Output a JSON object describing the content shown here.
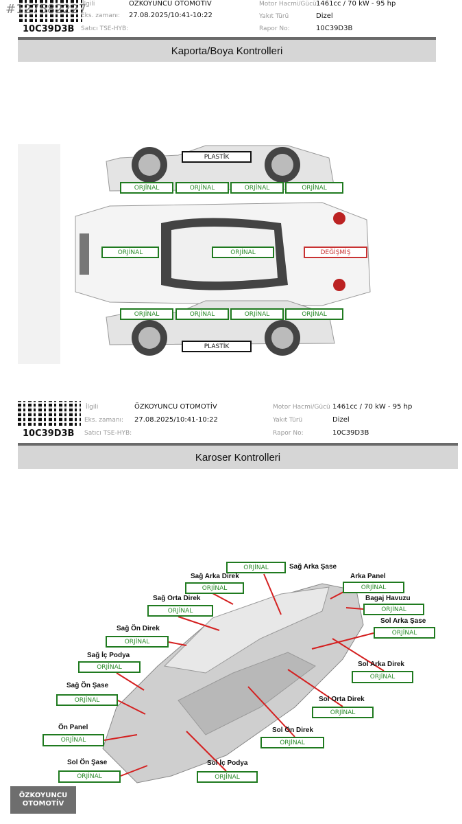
{
  "overlay_tag": "#127582227",
  "header": {
    "code": "10C39D3B",
    "fields_left": [
      {
        "label": "İlgili",
        "value": "ÖZKOYUNCU OTOMOTİV"
      },
      {
        "label": "Eks. zamanı:",
        "value": "27.08.2025/10:41-10:22"
      },
      {
        "label": "Satıcı TSE-HYB:",
        "value": ""
      }
    ],
    "fields_right": [
      {
        "label": "Motor Hacmi/Gücü",
        "value": "1461cc / 70 kW - 95 hp"
      },
      {
        "label": "Yakıt Türü",
        "value": "Dizel"
      },
      {
        "label": "Rapor No:",
        "value": "10C39D3B"
      }
    ]
  },
  "section1": {
    "title": "Kaporta/Boya Kontrolleri",
    "top_bumper": "PLASTİK",
    "top_row": [
      "ORJİNAL",
      "ORJİNAL",
      "ORJİNAL",
      "ORJİNAL"
    ],
    "middle": [
      "ORJİNAL",
      "ORJİNAL",
      "DEĞİŞMİŞ"
    ],
    "bottom_row": [
      "ORJİNAL",
      "ORJİNAL",
      "ORJİNAL",
      "ORJİNAL"
    ],
    "bottom_bumper": "PLASTİK"
  },
  "section2": {
    "title": "Karoser Kontrolleri",
    "parts": [
      {
        "name": "Sağ Arka Şase",
        "status": "ORJİNAL"
      },
      {
        "name": "Sağ Arka Direk",
        "status": "ORJİNAL"
      },
      {
        "name": "Sağ Orta Direk",
        "status": "ORJİNAL"
      },
      {
        "name": "Sağ Ön Direk",
        "status": "ORJİNAL"
      },
      {
        "name": "Sağ İç Podya",
        "status": "ORJİNAL"
      },
      {
        "name": "Sağ Ön Şase",
        "status": "ORJİNAL"
      },
      {
        "name": "Ön Panel",
        "status": "ORJİNAL"
      },
      {
        "name": "Sol Ön Şase",
        "status": "ORJİNAL"
      },
      {
        "name": "Sol İç Podya",
        "status": "ORJİNAL"
      },
      {
        "name": "Sol Ön Direk",
        "status": "ORJİNAL"
      },
      {
        "name": "Sol Orta Direk",
        "status": "ORJİNAL"
      },
      {
        "name": "Sol Arka Direk",
        "status": "ORJİNAL"
      },
      {
        "name": "Sol Arka Şase",
        "status": "ORJİNAL"
      },
      {
        "name": "Bagaj Havuzu",
        "status": "ORJİNAL"
      },
      {
        "name": "Arka Panel",
        "status": "ORJİNAL"
      }
    ]
  },
  "logo": {
    "line1": "ÖZKOYUNCU",
    "line2": "OTOMOTİV"
  },
  "colors": {
    "original": "#2a8a2a",
    "changed": "#c83232"
  }
}
